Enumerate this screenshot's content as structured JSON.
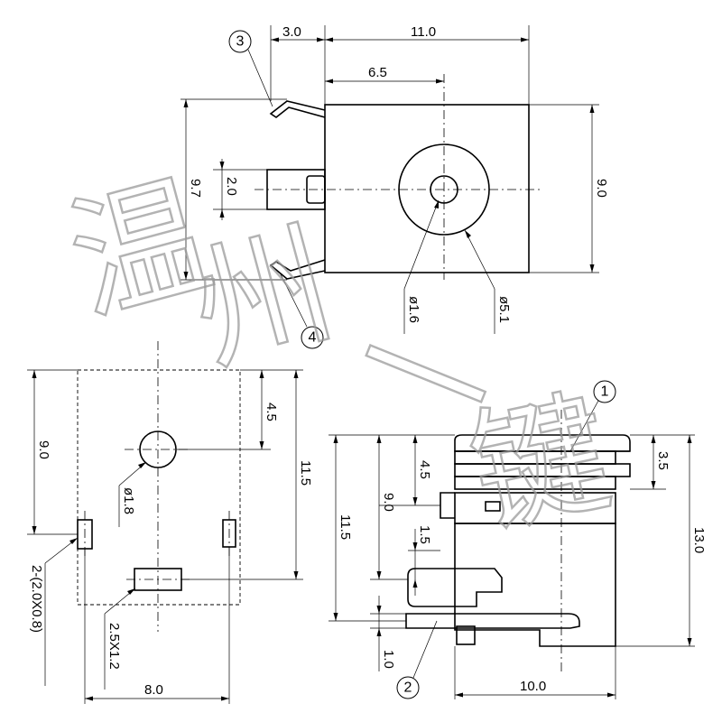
{
  "watermark": {
    "chars": [
      "温",
      "州",
      "一",
      "键"
    ]
  },
  "top_view": {
    "dims": {
      "d_3_0": "3.0",
      "d_11_0": "11.0",
      "d_6_5": "6.5",
      "d_9_7": "9.7",
      "d_2_0": "2.0",
      "d_9_0": "9.0",
      "d_phi_1_6": "ø1.6",
      "d_phi_5_1": "ø5.1"
    },
    "callouts": {
      "c3": "3",
      "c4": "4"
    }
  },
  "bottom_left_view": {
    "dims": {
      "d_4_5": "4.5",
      "d_9_0": "9.0",
      "d_11_5": "11.5",
      "d_phi_1_8": "ø1.8",
      "d_slots": "2-(2.0X0.8)",
      "d_slot_center": "2.5X1.2",
      "d_8_0": "8.0"
    }
  },
  "side_view": {
    "dims": {
      "d_4_5": "4.5",
      "d_3_5": "3.5",
      "d_9_0": "9.0",
      "d_1_5": "1.5",
      "d_11_5": "11.5",
      "d_13_0": "13.0",
      "d_1_0": "1.0",
      "d_10_0": "10.0"
    },
    "callouts": {
      "c1": "1",
      "c2": "2"
    }
  }
}
